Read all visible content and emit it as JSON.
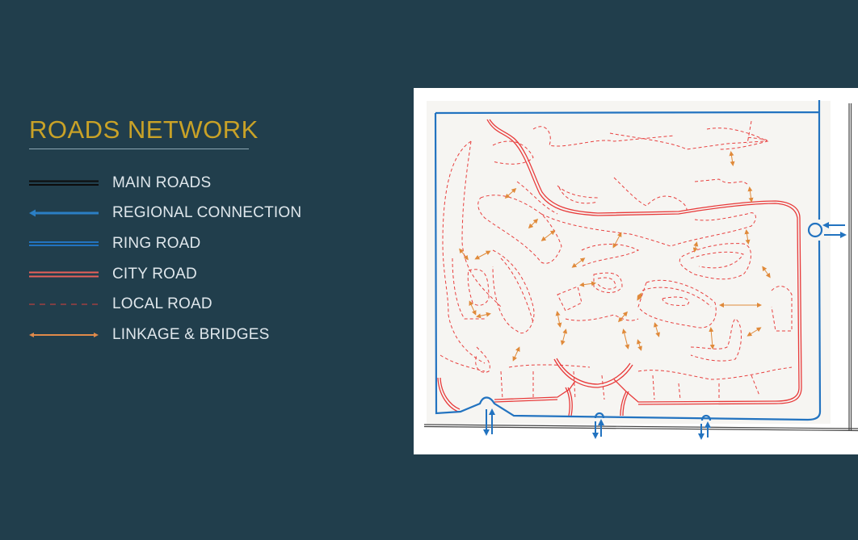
{
  "legend": {
    "title": "ROADS NETWORK",
    "items": [
      {
        "label": "MAIN ROADS",
        "symbol": "double-line",
        "color": "#111111"
      },
      {
        "label": "REGIONAL CONNECTION",
        "symbol": "arrow-left",
        "color": "#2b7fc4"
      },
      {
        "label": "RING ROAD",
        "symbol": "double-line",
        "color": "#2273c0"
      },
      {
        "label": "CITY ROAD",
        "symbol": "double-line",
        "color": "#e8605a"
      },
      {
        "label": "LOCAL ROAD",
        "symbol": "dashed-line",
        "color": "#b8403f"
      },
      {
        "label": "LINKAGE & BRIDGES",
        "symbol": "double-arrow",
        "color": "#e08a4a"
      }
    ]
  },
  "colors": {
    "background": "#213e4c",
    "title": "#c9a227",
    "map_paper": "#f6f5f2",
    "ring_road": "#2273c0",
    "city_road": "#e83a3a",
    "local_road": "#e8403f",
    "linkage": "#e08a3a",
    "main_road": "#333333"
  }
}
